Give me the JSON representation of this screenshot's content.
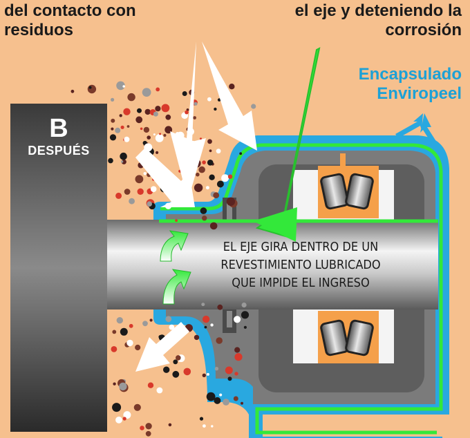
{
  "captions": {
    "left_line1": "del contacto con",
    "left_line2": "residuos",
    "right_line1": "el eje y deteniendo la",
    "right_line2": "corrosión"
  },
  "brand": {
    "line1": "Encapsulado",
    "line2": "Enviropeel",
    "color": "#1da1d6"
  },
  "panel": {
    "letter": "B",
    "label": "DESPUÉS"
  },
  "shaft_text": {
    "line1": "EL EJE GIRA DENTRO DE UN",
    "line2": "REVESTIMIENTO LUBRICADO",
    "line3": "QUE IMPIDE EL INGRESO"
  },
  "colors": {
    "background": "#f6c08e",
    "coating_blue": "#29a8e0",
    "highlight_green": "#33e83a",
    "bearing_orange": "#f5a04a",
    "housing_gray": "#7b7b7b"
  },
  "icons": [
    "white-arrow-icon",
    "green-arrow-icon",
    "rotation-arrow-icon"
  ]
}
